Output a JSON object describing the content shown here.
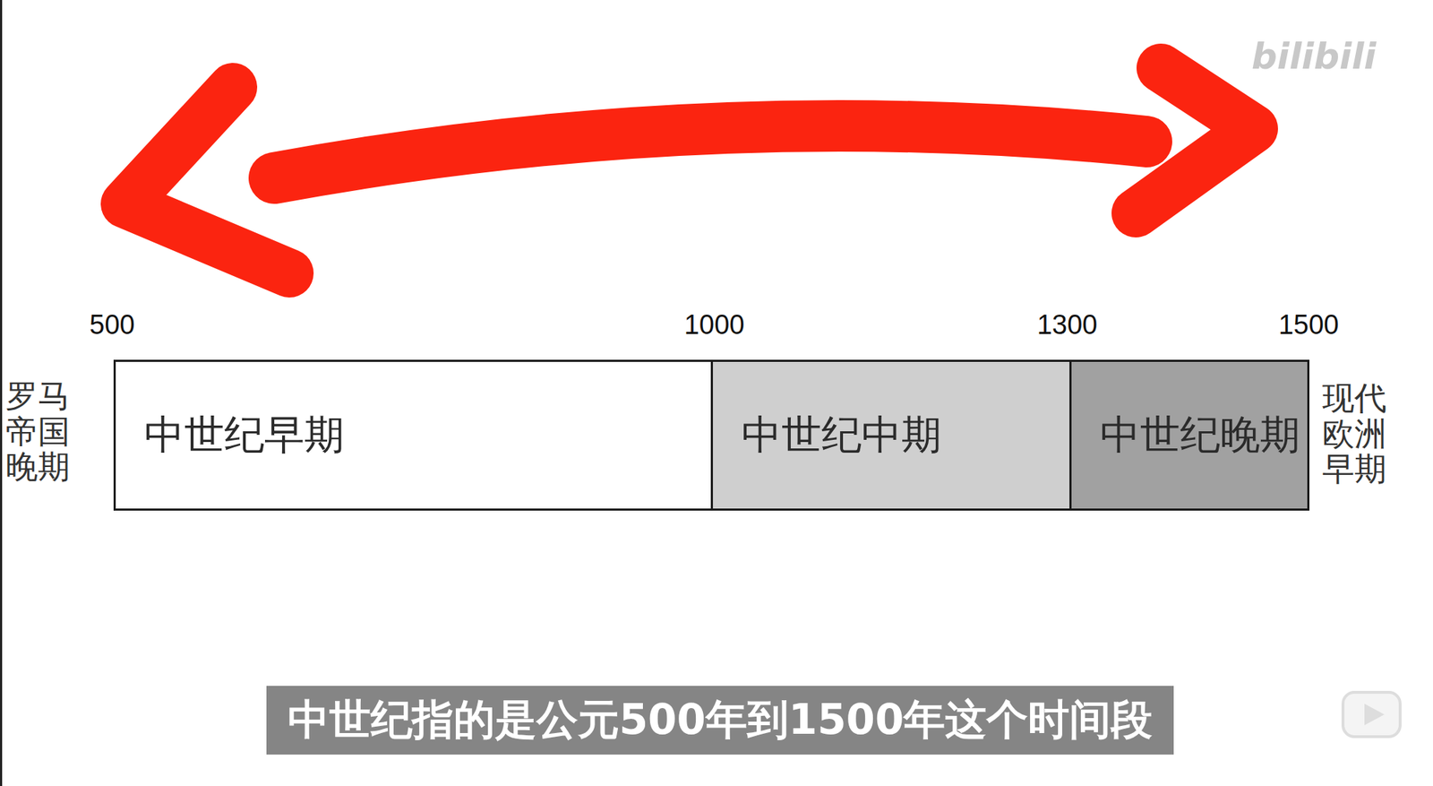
{
  "diagram": {
    "caption": "中世纪指的是公元500年到1500年这个时间段",
    "nodes": [
      {
        "text": [
          "中世纪早期"
        ]
      },
      {
        "text": [
          "中世纪中期"
        ]
      },
      {
        "text": [
          "中世纪晚期"
        ]
      }
    ],
    "labels": [
      "500",
      "1000",
      "1300",
      "1500",
      "罗马帝国晚期",
      "现代欧洲早期",
      "bilibili"
    ]
  }
}
